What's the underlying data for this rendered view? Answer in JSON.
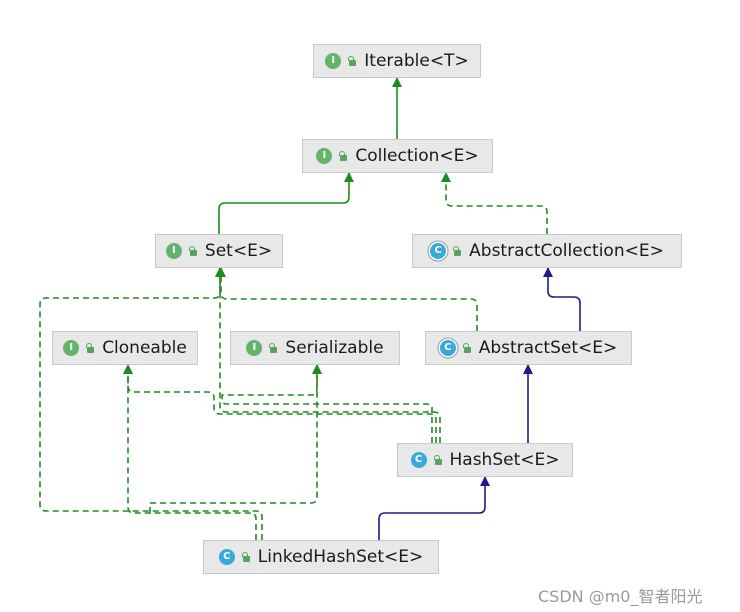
{
  "nodes": [
    {
      "id": "iterable",
      "name": "Iterable<T>",
      "kind": "interface",
      "badge": "I"
    },
    {
      "id": "collection",
      "name": "Collection<E>",
      "kind": "interface",
      "badge": "I"
    },
    {
      "id": "set",
      "name": "Set<E>",
      "kind": "interface",
      "badge": "I"
    },
    {
      "id": "abstract-collection",
      "name": "AbstractCollection<E>",
      "kind": "abstract",
      "badge": "C"
    },
    {
      "id": "cloneable",
      "name": "Cloneable",
      "kind": "interface",
      "badge": "I"
    },
    {
      "id": "serializable",
      "name": "Serializable",
      "kind": "interface",
      "badge": "I"
    },
    {
      "id": "abstract-set",
      "name": "AbstractSet<E>",
      "kind": "abstract",
      "badge": "C"
    },
    {
      "id": "hash-set",
      "name": "HashSet<E>",
      "kind": "class",
      "badge": "C"
    },
    {
      "id": "linked-hash-set",
      "name": "LinkedHashSet<E>",
      "kind": "class",
      "badge": "C"
    }
  ],
  "edges": [
    {
      "from": "collection",
      "to": "iterable",
      "type": "extends-interface"
    },
    {
      "from": "set",
      "to": "collection",
      "type": "extends-interface"
    },
    {
      "from": "abstract-collection",
      "to": "collection",
      "type": "implements"
    },
    {
      "from": "abstract-set",
      "to": "abstract-collection",
      "type": "extends-class"
    },
    {
      "from": "abstract-set",
      "to": "set",
      "type": "implements"
    },
    {
      "from": "hash-set",
      "to": "abstract-set",
      "type": "extends-class"
    },
    {
      "from": "hash-set",
      "to": "set",
      "type": "implements"
    },
    {
      "from": "hash-set",
      "to": "cloneable",
      "type": "implements"
    },
    {
      "from": "hash-set",
      "to": "serializable",
      "type": "implements"
    },
    {
      "from": "linked-hash-set",
      "to": "hash-set",
      "type": "extends-class"
    },
    {
      "from": "linked-hash-set",
      "to": "set",
      "type": "implements"
    },
    {
      "from": "linked-hash-set",
      "to": "cloneable",
      "type": "implements"
    },
    {
      "from": "linked-hash-set",
      "to": "serializable",
      "type": "implements"
    }
  ],
  "colors": {
    "interface_edge": "#1e8c1e",
    "class_edge": "#1c1c8c",
    "interface_badge": "#63b36a",
    "class_badge": "#39a9d9",
    "lock": "#5aa35e",
    "node_fill": "#e8e8e8",
    "node_border": "#c9c9c9"
  },
  "watermark": "CSDN @m0_智者阳光"
}
